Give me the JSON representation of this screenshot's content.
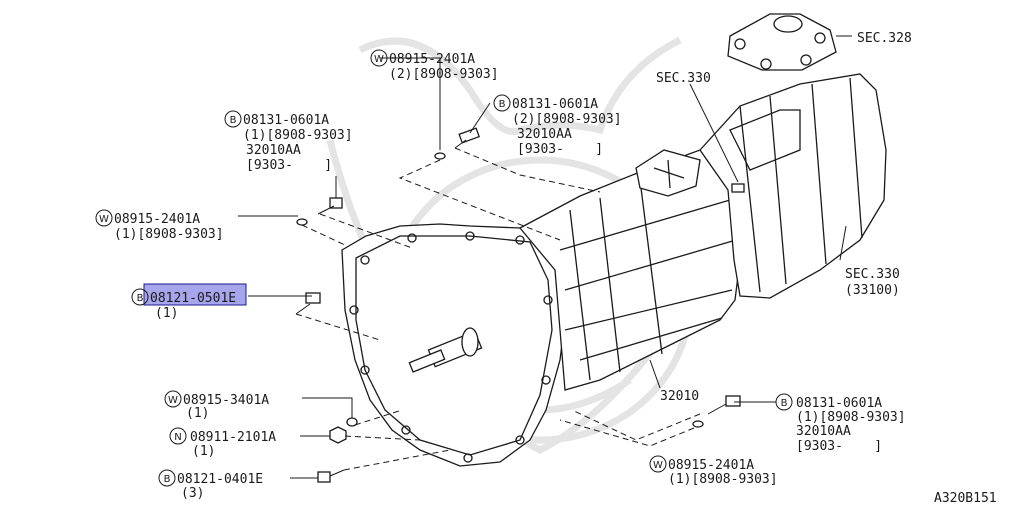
{
  "diagram_code": "A320B151",
  "sections": {
    "sec328": "SEC.328",
    "sec330_top": "SEC.330",
    "sec330_right_line1": "SEC.330",
    "sec330_right_line2": "(33100)"
  },
  "main_part": "32010",
  "callouts": {
    "w1": {
      "symbol": "W",
      "code": "08915-2401A",
      "qty": "(2)[8908-9303]"
    },
    "b1": {
      "symbol": "B",
      "code": "08131-0601A",
      "qty": "(1)[8908-9303]",
      "alt": "32010AA",
      "alt_range": "[9303-    ]"
    },
    "b2": {
      "symbol": "B",
      "code": "08131-0601A",
      "qty": "(2)[8908-9303]",
      "alt": "32010AA",
      "alt_range": "[9303-    ]"
    },
    "w2": {
      "symbol": "W",
      "code": "08915-2401A",
      "qty": "(1)[8908-9303]"
    },
    "b3": {
      "symbol": "B",
      "code": "08121-0501E",
      "qty": "(1)",
      "highlighted": true
    },
    "w3": {
      "symbol": "W",
      "code": "08915-3401A",
      "qty": "(1)"
    },
    "n1": {
      "symbol": "N",
      "code": "08911-2101A",
      "qty": "(1)"
    },
    "b4": {
      "symbol": "B",
      "code": "08121-0401E",
      "qty": "(3)"
    },
    "b5": {
      "symbol": "B",
      "code": "08131-0601A",
      "qty": "(1)[8908-9303]",
      "alt": "32010AA",
      "alt_range": "[9303-    ]"
    },
    "w4": {
      "symbol": "W",
      "code": "08915-2401A",
      "qty": "(1)[8908-9303]"
    }
  },
  "colors": {
    "highlight": "#8a87e6",
    "ink": "#1a1a1a",
    "watermark": "#e4e4e4"
  }
}
